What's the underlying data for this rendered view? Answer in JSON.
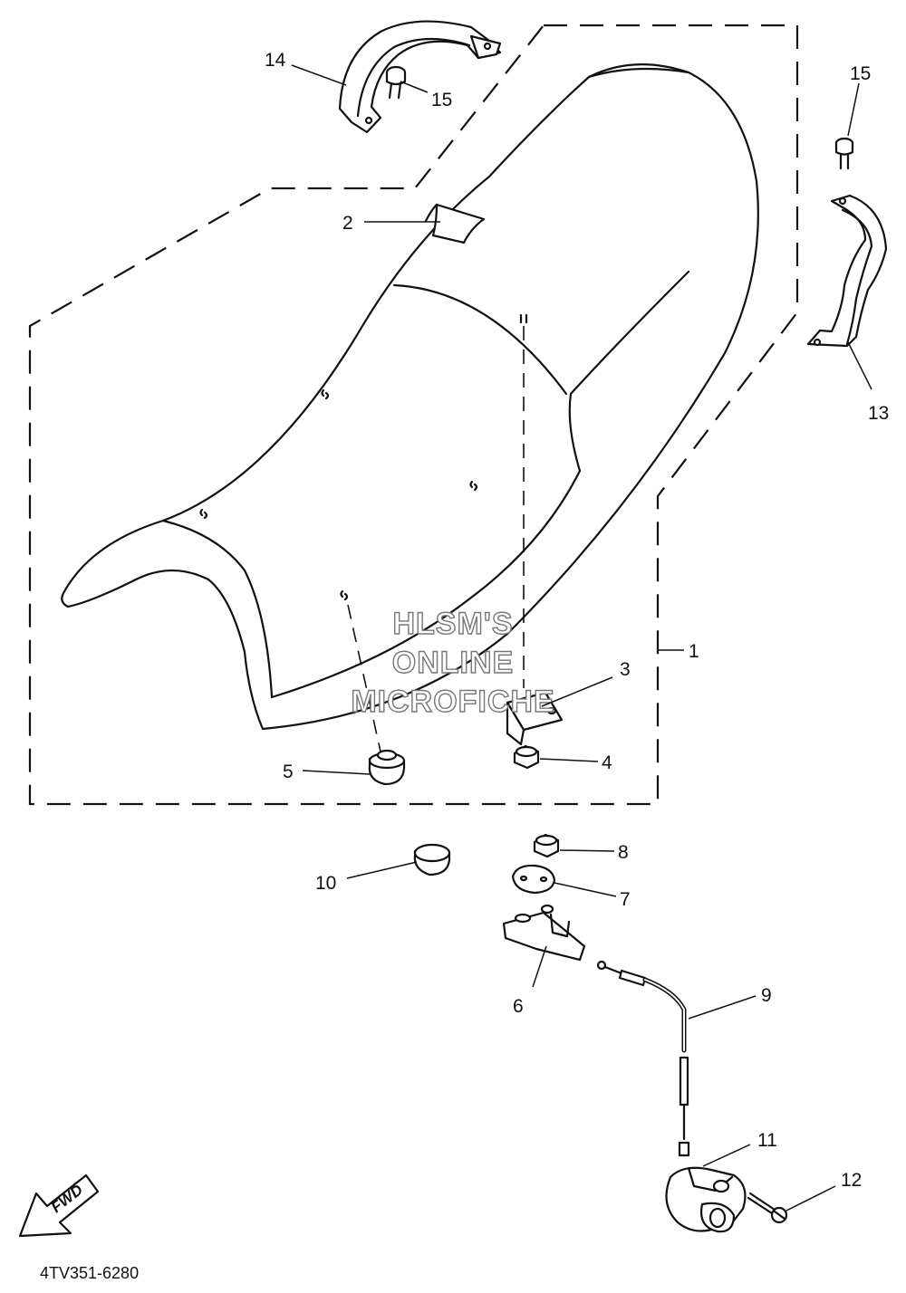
{
  "diagram": {
    "watermark": [
      "HLSM'S",
      "ONLINE",
      "MICROFICHE"
    ],
    "fwd_label": "FWD",
    "document_number": "4TV351-6280"
  },
  "callouts": {
    "c1": "1",
    "c2": "2",
    "c3": "3",
    "c4": "4",
    "c5": "5",
    "c6": "6",
    "c7": "7",
    "c8": "8",
    "c9": "9",
    "c10": "10",
    "c11": "11",
    "c12": "12",
    "c13": "13",
    "c14": "14",
    "c15a": "15",
    "c15b": "15"
  }
}
